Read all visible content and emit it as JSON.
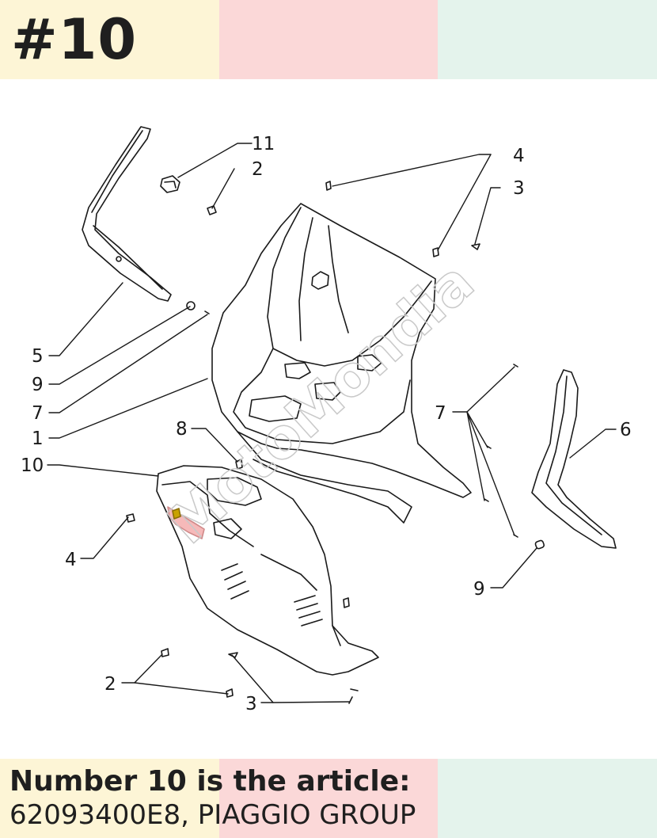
{
  "badge": "#10",
  "caption": {
    "line1": "Number 10 is the article:",
    "line2": "62093400E8, PIAGGIO GROUP"
  },
  "watermark": "MotoMondia",
  "callouts": {
    "c11": "11",
    "c2a": "2",
    "c4a": "4",
    "c3a": "3",
    "c5": "5",
    "c9a": "9",
    "c7a": "7",
    "c1": "1",
    "c8": "8",
    "c10": "10",
    "c7b": "7",
    "c6": "6",
    "c4b": "4",
    "c9b": "9",
    "c2b": "2",
    "c3b": "3"
  },
  "colors": {
    "band_yellow": "#fdf5d6",
    "band_pink": "#fbd8d8",
    "band_green": "#e4f3ec",
    "ink": "#1a1a1a",
    "highlight": "#f6b9b9"
  }
}
